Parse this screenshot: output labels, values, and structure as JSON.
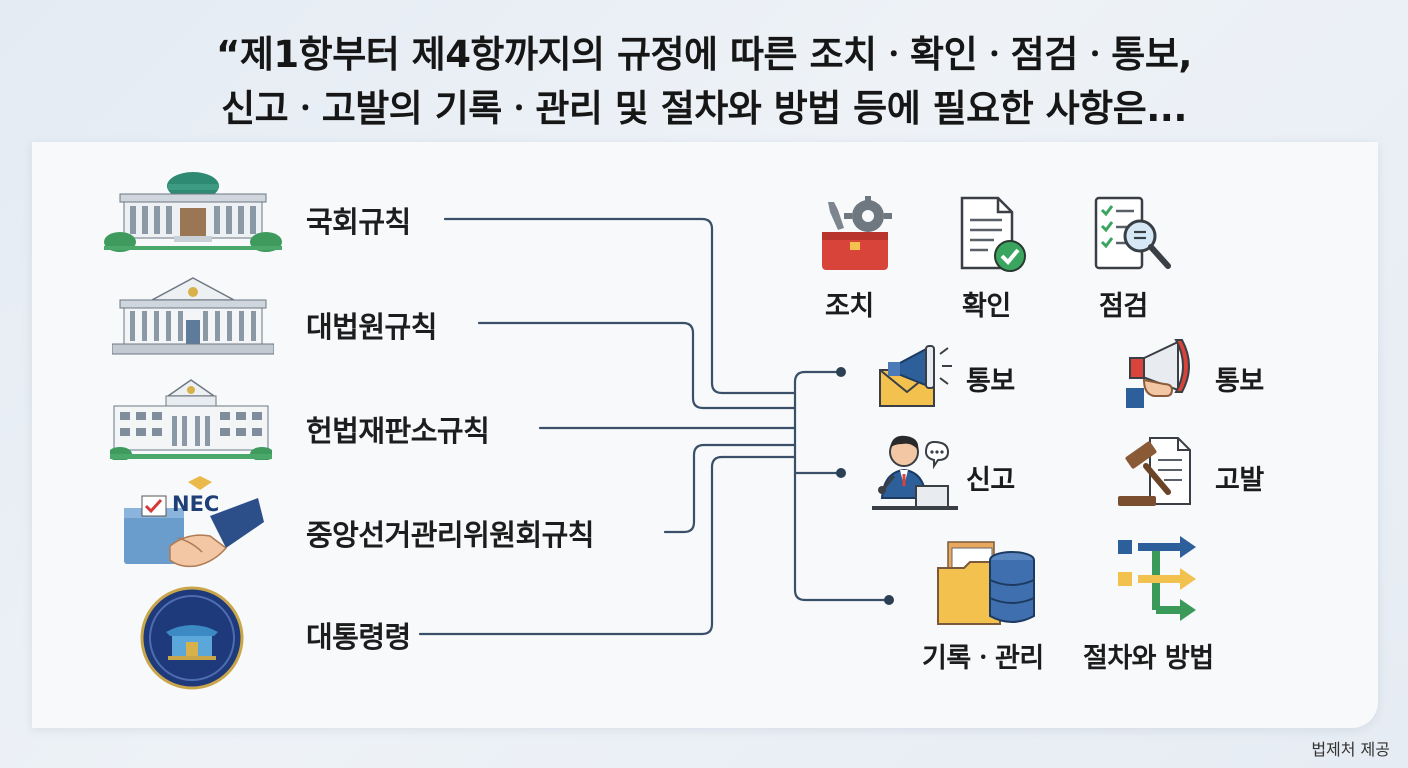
{
  "title": {
    "line1": "“제1항부터 제4항까지의 규정에 따른 조치ㆍ확인ㆍ점검ㆍ통보,",
    "line2": "신고ㆍ고발의 기록ㆍ관리 및 절차와 방법 등에 필요한 사항은..."
  },
  "rules": [
    {
      "label": "국회규칙",
      "icon": "national-assembly-icon"
    },
    {
      "label": "대법원규칙",
      "icon": "supreme-court-icon"
    },
    {
      "label": "헌법재판소규칙",
      "icon": "constitutional-court-icon"
    },
    {
      "label": "중앙선거관리위원회규칙",
      "icon": "election-commission-icon",
      "icon_text": "NEC"
    },
    {
      "label": "대통령령",
      "icon": "presidential-seal-icon"
    }
  ],
  "items": {
    "action": {
      "label": "조치",
      "icon": "toolbox-gear-icon"
    },
    "confirm": {
      "label": "확인",
      "icon": "document-check-icon"
    },
    "inspect": {
      "label": "점검",
      "icon": "checklist-magnifier-icon"
    },
    "notify1": {
      "label": "통보",
      "icon": "megaphone-envelope-icon"
    },
    "notify2": {
      "label": "통보",
      "icon": "megaphone-hand-icon"
    },
    "report": {
      "label": "신고",
      "icon": "speaker-person-icon"
    },
    "accuse": {
      "label": "고발",
      "icon": "gavel-document-icon"
    },
    "records": {
      "label": "기록ㆍ관리",
      "icon": "folder-database-icon"
    },
    "procedure": {
      "label": "절차와 방법",
      "icon": "flow-arrows-icon"
    }
  },
  "colors": {
    "connector": "#3a5068",
    "accent_red": "#d9443a",
    "accent_blue": "#2d5f9a",
    "accent_yellow": "#f2c14e"
  },
  "credit": "법제처 제공"
}
